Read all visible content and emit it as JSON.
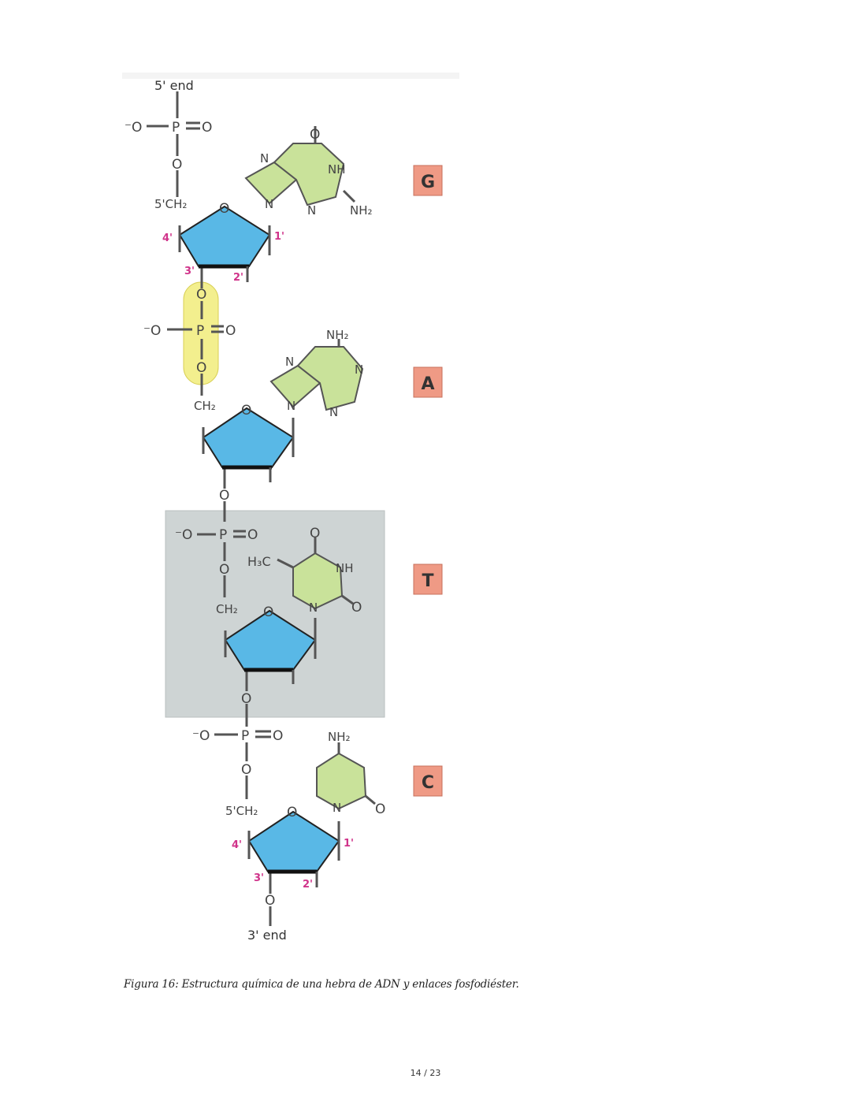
{
  "figure": {
    "end_top": "5' end",
    "end_bottom": "3' end",
    "bases": [
      {
        "letter": "G"
      },
      {
        "letter": "A"
      },
      {
        "letter": "T"
      },
      {
        "letter": "C"
      }
    ],
    "atoms": {
      "o_minus": "⁻O",
      "p": "P",
      "o": "O",
      "n": "N",
      "nh": "NH",
      "nh2": "NH₂",
      "ch2": "CH₂",
      "ch2_5": "5'CH₂",
      "h3c": "H₃C"
    },
    "carbons": {
      "c1": "1'",
      "c2": "2'",
      "c3": "3'",
      "c4": "4'"
    },
    "colors": {
      "sugar": "#59b8e6",
      "base": "#c9e29a",
      "phosphodiester_highlight": "#f3ef8e",
      "nucleotide_box": "#cdd3d3",
      "label_box": "#ef9a85",
      "carbon_numbers": "#d0338a"
    }
  },
  "caption": "Figura 16: Estructura química de una hebra de ADN y enlaces fosfodiéster.",
  "page_number": "14 / 23"
}
